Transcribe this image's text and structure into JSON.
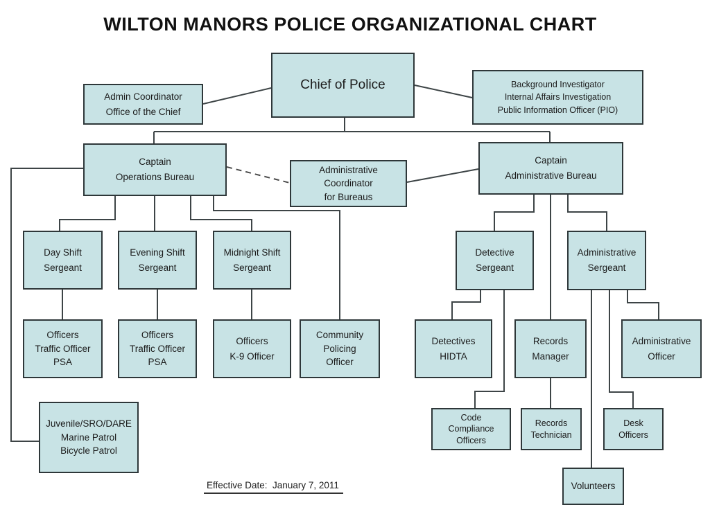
{
  "title": "WILTON MANORS POLICE ORGANIZATIONAL CHART",
  "effective_date": "Effective Date:  January 7, 2011",
  "colors": {
    "box_fill": "#c8e3e5",
    "box_border": "#2e3739",
    "connector_line": "#3d4446",
    "text": "#1b1b1b",
    "background": "#ffffff"
  },
  "nodes": {
    "chief": {
      "label": "Chief of Police"
    },
    "admin_coord_chief": {
      "label": "Admin Coordinator\nOffice of the Chief"
    },
    "background_investigator": {
      "label": "Background Investigator\nInternal Affairs Investigation\nPublic Information Officer (PIO)"
    },
    "captain_operations": {
      "label": "Captain\nOperations Bureau"
    },
    "admin_coord_bureaus": {
      "label": "Administrative\nCoordinator\nfor Bureaus"
    },
    "captain_admin": {
      "label": "Captain\nAdministrative Bureau"
    },
    "day_shift_sgt": {
      "label": "Day Shift\nSergeant"
    },
    "evening_shift_sgt": {
      "label": "Evening Shift\nSergeant"
    },
    "midnight_shift_sgt": {
      "label": "Midnight Shift\nSergeant"
    },
    "detective_sgt": {
      "label": "Detective\nSergeant"
    },
    "admin_sgt": {
      "label": "Administrative\nSergeant"
    },
    "officers_day": {
      "label": "Officers\nTraffic Officer\nPSA"
    },
    "officers_evening": {
      "label": "Officers\nTraffic Officer\nPSA"
    },
    "officers_k9": {
      "label": "Officers\nK-9 Officer"
    },
    "community_policing": {
      "label": "Community\nPolicing\nOfficer"
    },
    "detectives_hidta": {
      "label": "Detectives\nHIDTA"
    },
    "records_manager": {
      "label": "Records\nManager"
    },
    "admin_officer": {
      "label": "Administrative\nOfficer"
    },
    "juvenile": {
      "label": "Juvenile/SRO/DARE\nMarine Patrol\nBicycle Patrol"
    },
    "code_compliance": {
      "label": "Code\nCompliance\nOfficers"
    },
    "records_technician": {
      "label": "Records\nTechnician"
    },
    "desk_officers": {
      "label": "Desk\nOfficers"
    },
    "volunteers": {
      "label": "Volunteers"
    }
  },
  "edges": [
    {
      "from": "chief",
      "to": "admin_coord_chief",
      "style": "solid"
    },
    {
      "from": "chief",
      "to": "background_investigator",
      "style": "solid"
    },
    {
      "from": "chief",
      "to": "captain_operations",
      "style": "solid"
    },
    {
      "from": "chief",
      "to": "captain_admin",
      "style": "solid"
    },
    {
      "from": "captain_operations",
      "to": "admin_coord_bureaus",
      "style": "dashed"
    },
    {
      "from": "admin_coord_bureaus",
      "to": "captain_admin",
      "style": "solid"
    },
    {
      "from": "captain_operations",
      "to": "day_shift_sgt",
      "style": "solid"
    },
    {
      "from": "captain_operations",
      "to": "evening_shift_sgt",
      "style": "solid"
    },
    {
      "from": "captain_operations",
      "to": "midnight_shift_sgt",
      "style": "solid"
    },
    {
      "from": "captain_operations",
      "to": "community_policing",
      "style": "solid"
    },
    {
      "from": "captain_operations",
      "to": "juvenile",
      "style": "solid"
    },
    {
      "from": "day_shift_sgt",
      "to": "officers_day",
      "style": "solid"
    },
    {
      "from": "evening_shift_sgt",
      "to": "officers_evening",
      "style": "solid"
    },
    {
      "from": "midnight_shift_sgt",
      "to": "officers_k9",
      "style": "solid"
    },
    {
      "from": "captain_admin",
      "to": "detective_sgt",
      "style": "solid"
    },
    {
      "from": "captain_admin",
      "to": "records_manager",
      "style": "solid"
    },
    {
      "from": "captain_admin",
      "to": "admin_sgt",
      "style": "solid"
    },
    {
      "from": "detective_sgt",
      "to": "detectives_hidta",
      "style": "solid"
    },
    {
      "from": "detective_sgt",
      "to": "code_compliance",
      "style": "solid"
    },
    {
      "from": "records_manager",
      "to": "records_technician",
      "style": "solid"
    },
    {
      "from": "admin_sgt",
      "to": "admin_officer",
      "style": "solid"
    },
    {
      "from": "admin_sgt",
      "to": "desk_officers",
      "style": "solid"
    },
    {
      "from": "admin_sgt",
      "to": "volunteers",
      "style": "solid"
    }
  ]
}
